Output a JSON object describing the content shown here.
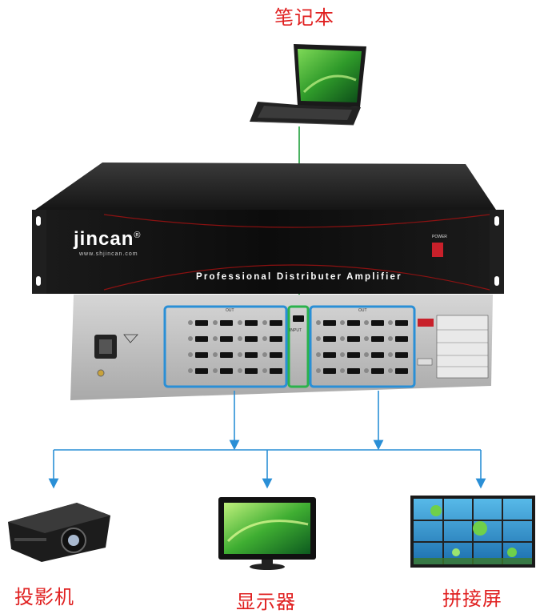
{
  "labels": {
    "laptop": "笔记本",
    "projector": "投影机",
    "monitor": "显示器",
    "video_wall": "拼接屏"
  },
  "device": {
    "brand": "jincan",
    "brand_mark": "®",
    "website": "www.shjincan.com",
    "model_text": "Professional  Distributer  Amplifier",
    "power_label": "POWER",
    "input_label": "INPUT",
    "output_label": "OUT"
  },
  "colors": {
    "label_red": "#e02020",
    "input_line_green": "#1e9e3a",
    "output_line_blue": "#2a8fd6",
    "highlight_blue": "#2a8fd6",
    "highlight_green": "#2bb24c"
  }
}
